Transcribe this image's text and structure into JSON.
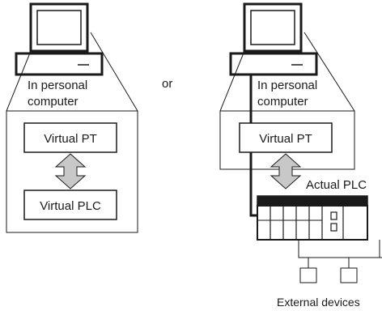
{
  "or_label": "or",
  "left": {
    "computer_label_line1": "In personal",
    "computer_label_line2": "computer",
    "box_top": "Virtual PT",
    "box_bottom": "Virtual PLC"
  },
  "right": {
    "computer_label_line1": "In personal",
    "computer_label_line2": "computer",
    "box_top": "Virtual PT",
    "plc_label": "Actual PLC",
    "devices_label": "External devices"
  },
  "colors": {
    "line": "#1a1a1a",
    "arrow_fill": "#c8c8c8",
    "plc_header": "#1a1a1a"
  }
}
